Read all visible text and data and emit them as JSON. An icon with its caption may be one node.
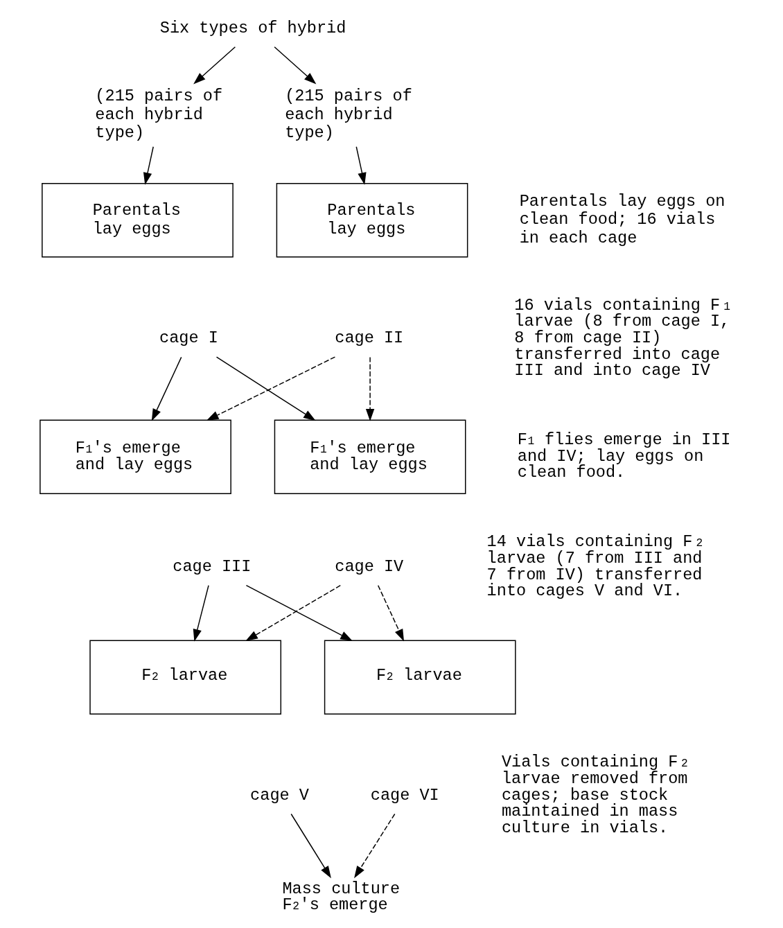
{
  "diagram": {
    "nodes": [
      {
        "text": [
          "Six types of hybrid"
        ]
      },
      {
        "text": [
          "(215 pairs of each hybrid type)"
        ]
      },
      {
        "text": [
          "(215 pairs of each hybrid type)"
        ]
      },
      {
        "text": [
          "Parentals lay eggs"
        ]
      },
      {
        "text": [
          "Parentals lay eggs"
        ]
      },
      {
        "text": [
          "cage I"
        ]
      },
      {
        "text": [
          "cage II"
        ]
      },
      {
        "text": [
          "F$_{1}$'s emerge and lay eggs"
        ]
      },
      {
        "text": [
          "F$_{1}$'s emerge and lay eggs"
        ]
      },
      {
        "text": [
          "cage III"
        ]
      },
      {
        "text": [
          "cage IV"
        ]
      },
      {
        "text": [
          "F$_{2}$ larvae"
        ]
      },
      {
        "text": [
          "F$_{2}$ larvae"
        ]
      },
      {
        "text": [
          "cage V"
        ]
      },
      {
        "text": [
          "cage VI"
        ]
      },
      {
        "text": [
          "Mass culture F$_{2}$'s emerge"
        ]
      }
    ],
    "edges": [
      {
        "from": 0,
        "to": 1,
        "arrow": "to"
      },
      {
        "from": 0,
        "to": 2,
        "arrow": "to"
      },
      {
        "from": 1,
        "to": 3,
        "arrow": "to"
      },
      {
        "from": 2,
        "to": 4,
        "arrow": "to"
      },
      {
        "from": 5,
        "to": 7,
        "arrow": "to"
      },
      {
        "from": 5,
        "to": 8,
        "arrow": "to"
      },
      {
        "from": 6,
        "to": 7,
        "arrow": "to",
        "style": "dashed"
      },
      {
        "from": 6,
        "to": 8,
        "arrow": "to",
        "style": "dashed"
      },
      {
        "from": 9,
        "to": 11,
        "arrow": "to"
      },
      {
        "from": 9,
        "to": 12,
        "arrow": "to"
      },
      {
        "from": 10,
        "to": 11,
        "arrow": "to",
        "style": "dashed"
      },
      {
        "from": 10,
        "to": 12,
        "arrow": "to",
        "style": "dashed"
      },
      {
        "from": 13,
        "to": 15,
        "arrow": "to"
      },
      {
        "from": 14,
        "to": 15,
        "arrow": "to",
        "style": "dashed"
      }
    ],
    "labels": [
      "Parentals lay eggs on clean food; 16 vials in each cage",
      "16 vials containing F$_{1}$ larvae (8 from cage I, 8 from cage II) transferred into cage III and into cage IV",
      "F$_{1}$ flies emerge in III and IV; lay eggs on clean food.",
      "14 vials containing F$_{2}$ larvae (7 from III and 7 from IV) transferred into cages V and VI.",
      "Vials containing F$_{2}$ larvae removed from cages; base stock maintained in mass culture in vials."
    ]
  }
}
